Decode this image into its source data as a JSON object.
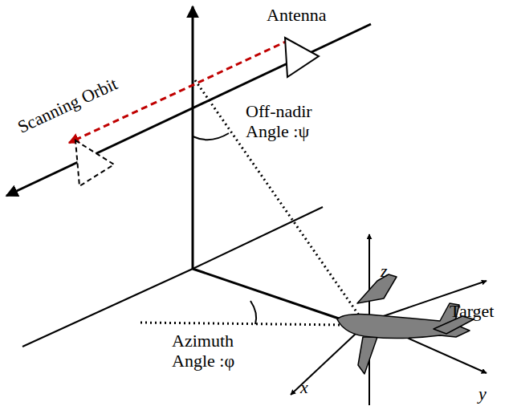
{
  "diagram": {
    "labels": [
      "Antenna",
      "Scanning Orbit",
      "Off-nadir Angle :ψ",
      "Azimuth Angle :φ",
      "Target",
      "z",
      "x",
      "y"
    ]
  }
}
